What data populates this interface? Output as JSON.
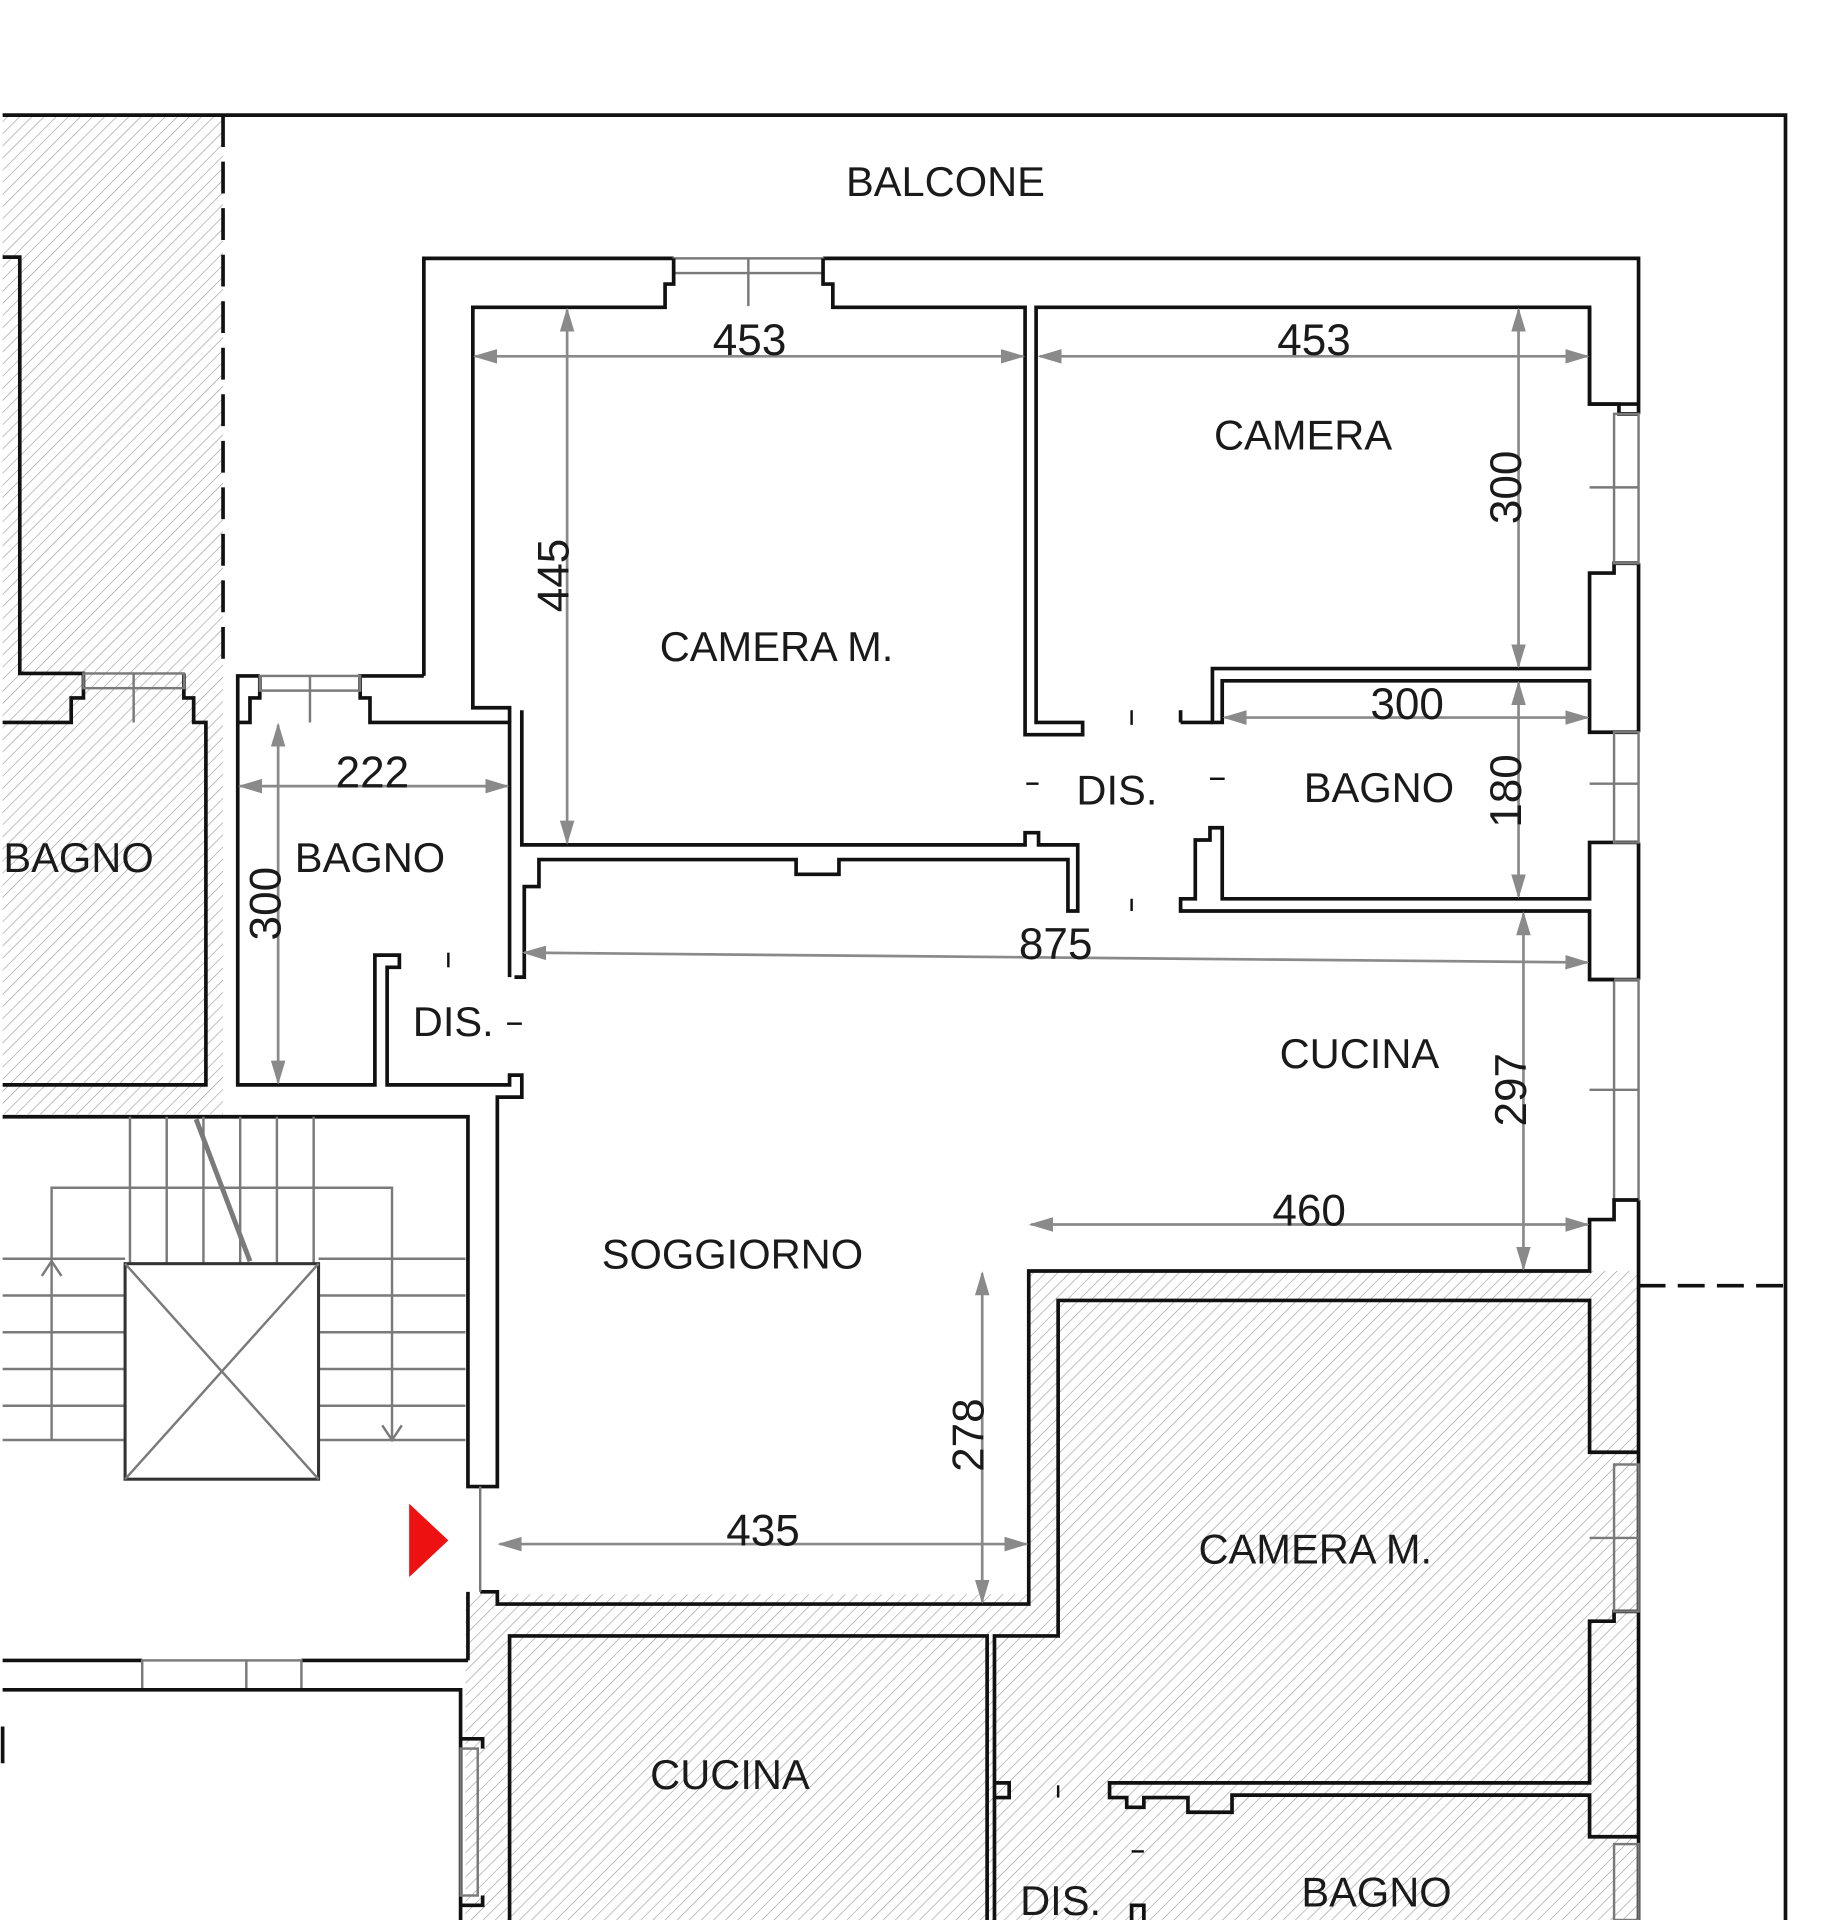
{
  "colors": {
    "wall": "#111111",
    "hatch": "#9a9a9a",
    "dimension": "#8a8a8a",
    "entrance_marker": "#ee1111"
  },
  "rooms": {
    "balcone": "BALCONE",
    "camera_m": "CAMERA M.",
    "camera": "CAMERA",
    "bagno_right": "BAGNO",
    "dis_top": "DIS.",
    "bagno_left_unit": "BAGNO",
    "bagno_small": "BAGNO",
    "dis_left": "DIS.",
    "cucina": "CUCINA",
    "soggiorno": "SOGGIORNO",
    "neighbor_camera_m": "CAMERA M.",
    "neighbor_cucina": "CUCINA",
    "neighbor_dis": "DIS.",
    "neighbor_bagno": "BAGNO"
  },
  "dimensions": {
    "camera_m_width": "453",
    "camera_width": "453",
    "camera_m_depth": "445",
    "camera_depth": "300",
    "bagno_width": "300",
    "bagno_depth": "180",
    "bagno_small_width": "222",
    "bagno_small_depth": "300",
    "living_width": "875",
    "cucina_depth": "297",
    "cucina_width": "460",
    "soggiorno_depth": "278",
    "soggiorno_width": "435"
  },
  "icons": {
    "entrance": "entrance-arrow-icon",
    "lift": "lift-shaft-icon"
  }
}
